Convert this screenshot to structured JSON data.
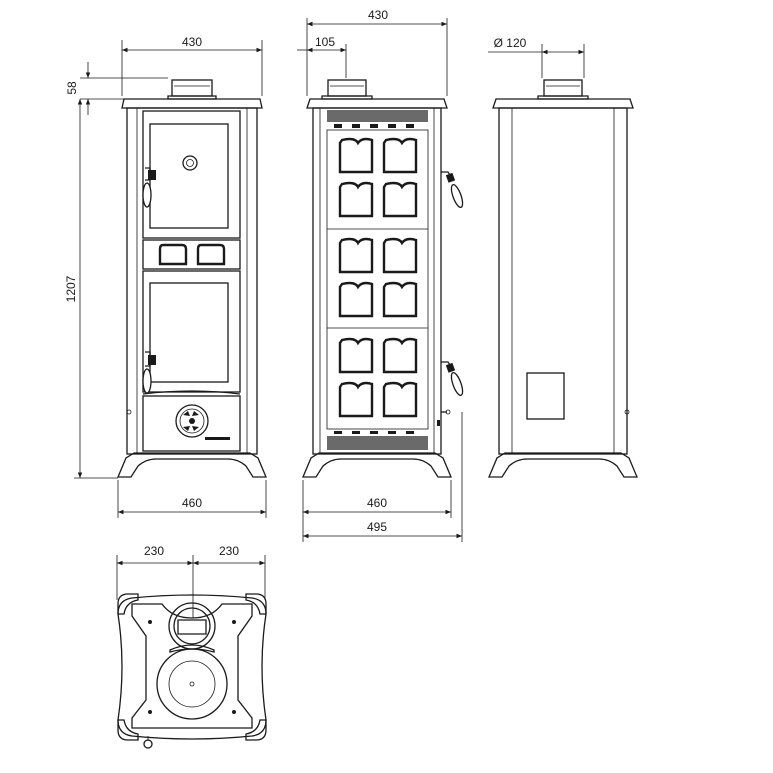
{
  "dimensions": {
    "front_width_top": "430",
    "flue_height": "58",
    "total_height": "1207",
    "front_width_base": "460",
    "side_depth_top": "430",
    "flue_offset": "105",
    "side_depth_base": "460",
    "side_depth_total": "495",
    "flue_diameter": "Ø 120",
    "plan_half_left": "230",
    "plan_half_right": "230"
  },
  "colors": {
    "line": "#1a1a1a",
    "background": "#ffffff"
  }
}
